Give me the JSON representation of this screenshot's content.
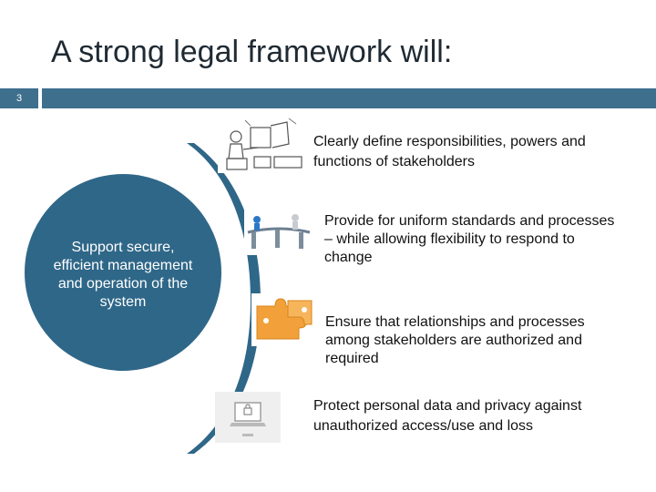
{
  "slide": {
    "title": "A strong legal framework will:",
    "number": "3"
  },
  "center": {
    "text": "Support secure, efficient management and operation of the system"
  },
  "points": [
    {
      "text": "Clearly define responsibilities, powers and functions of stakeholders",
      "icon": "office-worker-sketch-icon"
    },
    {
      "text": "Provide for uniform standards  and processes – while allowing flexibility to respond to change",
      "icon": "figures-on-bridge-icon"
    },
    {
      "text": "Ensure that relationships and processes among stakeholders are authorized and required",
      "icon": "puzzle-pieces-icon"
    },
    {
      "text": "Protect personal data and privacy against unauthorized access/use and loss",
      "icon": "secure-laptop-icon"
    }
  ],
  "colors": {
    "accent": "#3e6f8d",
    "circle": "#2f6788",
    "puzzle": "#f2a13a"
  }
}
